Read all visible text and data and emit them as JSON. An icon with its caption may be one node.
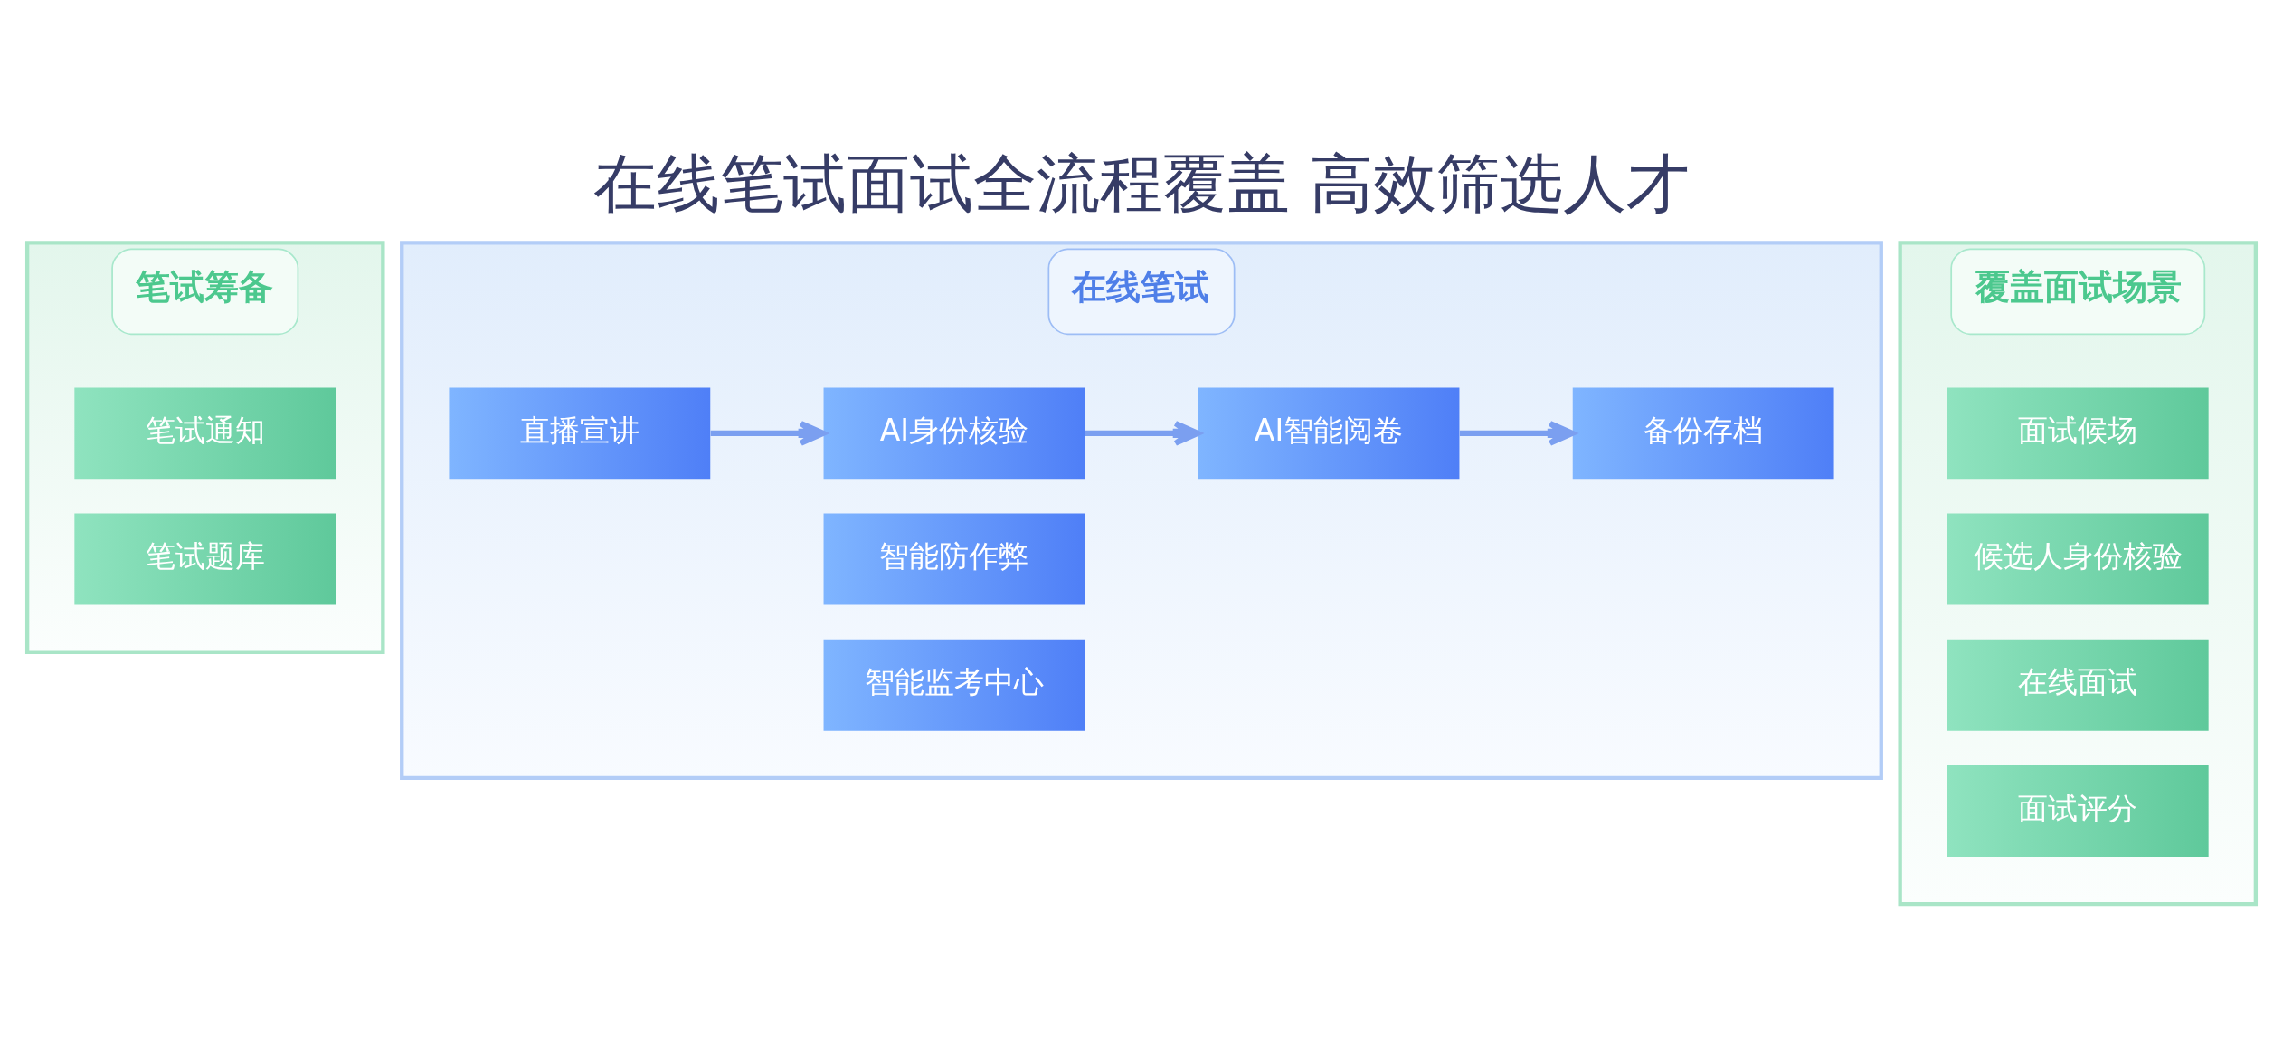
{
  "diagram": {
    "title": "在线笔试面试全流程覆盖 高效筛选人才",
    "nodes": [
      {
        "text": [
          "笔试筹备"
        ]
      },
      {
        "text": [
          "笔试通知"
        ],
        "in": 0
      },
      {
        "text": [
          "笔试题库"
        ],
        "in": 0
      },
      {
        "text": [
          "在线笔试"
        ]
      },
      {
        "text": [
          "直播宣讲"
        ],
        "in": 3
      },
      {
        "text": [
          "AI身份核验"
        ],
        "in": 3
      },
      {
        "text": [
          "AI智能阅卷"
        ],
        "in": 3
      },
      {
        "text": [
          "备份存档"
        ],
        "in": 3
      },
      {
        "text": [
          "智能防作弊"
        ],
        "in": 3
      },
      {
        "text": [
          "智能监考中心"
        ],
        "in": 3
      },
      {
        "text": [
          "覆盖面试场景"
        ]
      },
      {
        "text": [
          "面试候场"
        ],
        "in": 10
      },
      {
        "text": [
          "候选人身份核验"
        ],
        "in": 10
      },
      {
        "text": [
          "在线面试"
        ],
        "in": 10
      },
      {
        "text": [
          "面试评分"
        ],
        "in": 10
      }
    ],
    "edges": [
      {
        "from": 4,
        "to": 5,
        "arrow": "to"
      },
      {
        "from": 5,
        "to": 6,
        "arrow": "to"
      },
      {
        "from": 6,
        "to": 7,
        "arrow": "to"
      }
    ]
  }
}
